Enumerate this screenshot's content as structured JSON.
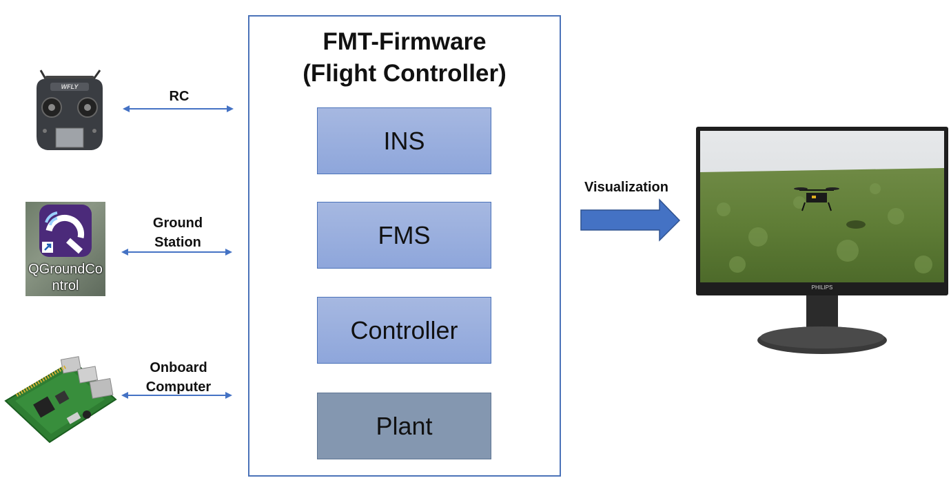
{
  "firmware": {
    "title_line1": "FMT-Firmware",
    "title_line2": "(Flight Controller)",
    "modules": [
      "INS",
      "FMS",
      "Controller",
      "Plant"
    ]
  },
  "links": {
    "rc": "RC",
    "ground_line1": "Ground",
    "ground_line2": "Station",
    "onboard_line1": "Onboard",
    "onboard_line2": "Computer",
    "visualization": "Visualization"
  },
  "icons": {
    "rc_transmitter": "rc-transmitter-icon",
    "qgc_label_line1": "QGroundCo",
    "qgc_label_line2": "ntrol",
    "qgc_brand_text": "WFLY",
    "raspberry_pi": "raspberry-pi-board-icon",
    "monitor_brand": "PHILIPS",
    "monitor": "monitor-simulation-icon"
  },
  "colors": {
    "arrow": "#4472c4",
    "box_border": "#4a72b8",
    "module_fill": "#98aedd",
    "plant_fill": "#8497b0"
  }
}
